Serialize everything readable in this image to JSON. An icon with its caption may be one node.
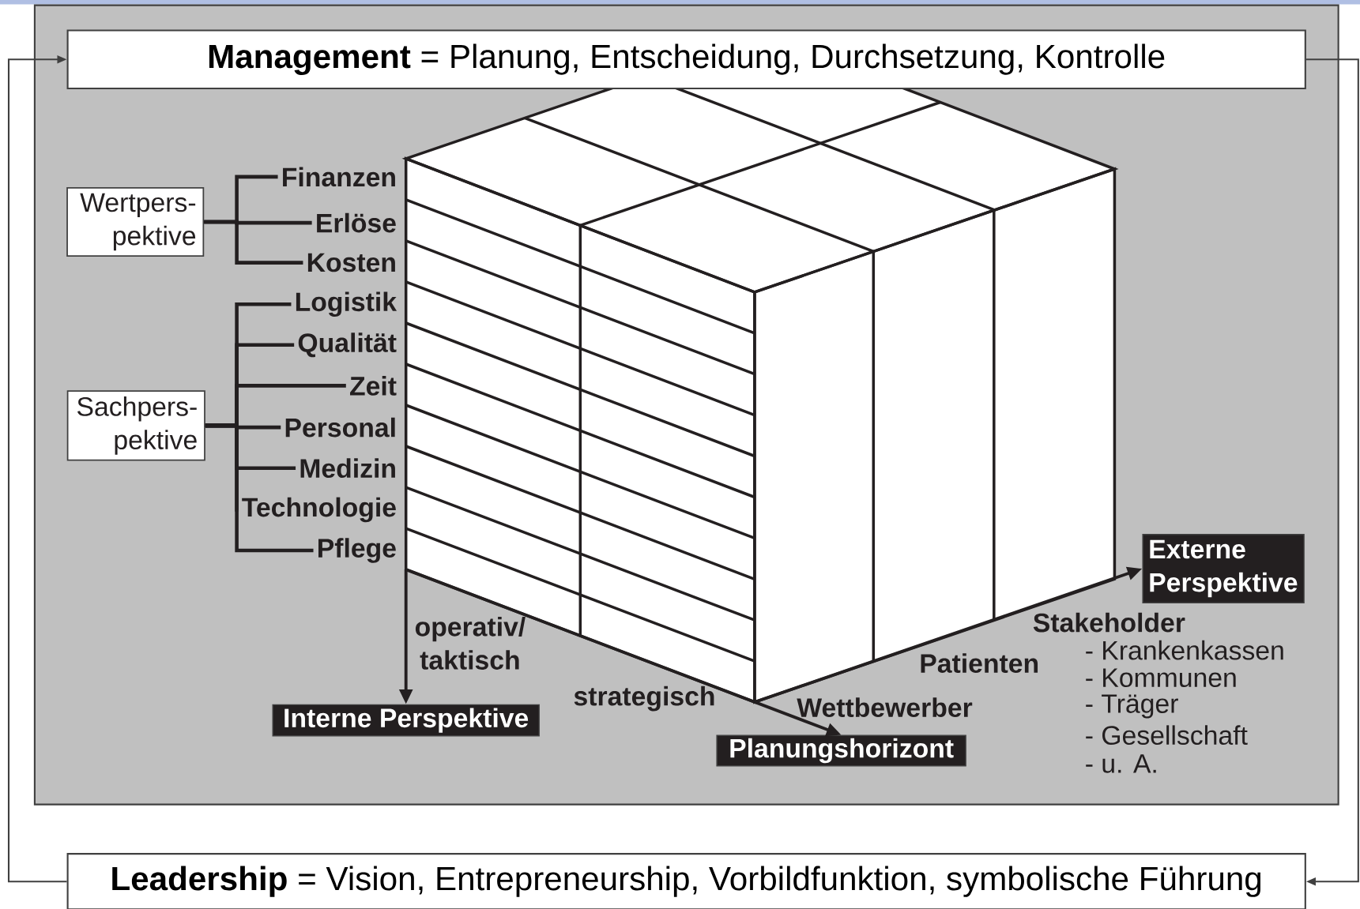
{
  "diagram": {
    "nodes": [
      {
        "text": [
          "**Management** = Planung, Entscheidung, Durchsetzung, Kontrolle"
        ]
      },
      {
        "text": [
          "Wertpers- pektive"
        ]
      },
      {
        "text": [
          "Finanzen"
        ]
      },
      {
        "text": [
          "Erlöse"
        ]
      },
      {
        "text": [
          "Kosten"
        ]
      },
      {
        "text": [
          "Sachpers- pektive"
        ]
      },
      {
        "text": [
          "Logistik"
        ]
      },
      {
        "text": [
          "Qualität"
        ]
      },
      {
        "text": [
          "Zeit"
        ]
      },
      {
        "text": [
          "Personal"
        ]
      },
      {
        "text": [
          "Medizin"
        ]
      },
      {
        "text": [
          "Technologie"
        ]
      },
      {
        "text": [
          "Pflege"
        ]
      },
      {
        "text": [
          "Interne Perspektive"
        ]
      },
      {
        "text": [
          "Planungshorizont"
        ]
      },
      {
        "text": [
          "Externe Perspektive"
        ]
      },
      {
        "text": [
          "**Leadership** = Vision, Entrepreneurship, Vorbildfunktion, symbolische Führung"
        ]
      },
      {
        "text": [],
        "shape": "picture"
      }
    ],
    "edges": [
      {
        "from": 1,
        "to": 2,
        "arrow": "none"
      },
      {
        "from": 1,
        "to": 3,
        "arrow": "none"
      },
      {
        "from": 1,
        "to": 4,
        "arrow": "none"
      },
      {
        "from": 5,
        "to": 6,
        "arrow": "none"
      },
      {
        "from": 5,
        "to": 7,
        "arrow": "none"
      },
      {
        "from": 5,
        "to": 8,
        "arrow": "none"
      },
      {
        "from": 5,
        "to": 9,
        "arrow": "none"
      },
      {
        "from": 5,
        "to": 10,
        "arrow": "none"
      },
      {
        "from": 5,
        "to": 11,
        "arrow": "none"
      },
      {
        "from": 5,
        "to": 12,
        "arrow": "none"
      },
      {
        "from": 17,
        "to": 13,
        "arrow": "to"
      },
      {
        "from": 17,
        "to": 14,
        "arrow": "to"
      },
      {
        "from": 17,
        "to": 15,
        "arrow": "to"
      },
      {
        "from": 0,
        "to": 16,
        "arrow": "to"
      },
      {
        "from": 16,
        "to": 0,
        "arrow": "to"
      }
    ],
    "labels": [
      "operativ/ taktisch",
      "strategisch",
      "Wettbewerber",
      "Patienten",
      "Stakeholder",
      "- Krankenkassen",
      "- Kommunen",
      "- Träger",
      "- Gesellschaft",
      "- u. A."
    ]
  }
}
